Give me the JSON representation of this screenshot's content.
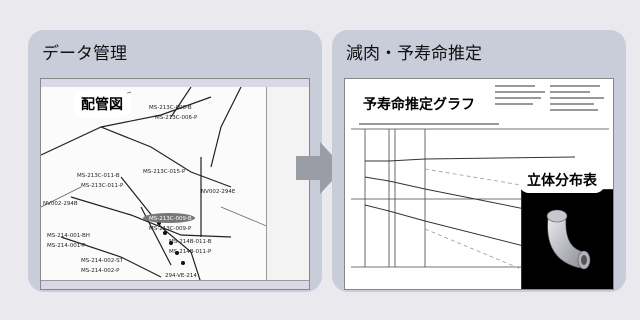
{
  "left_panel": {
    "title": "データ管理",
    "tag": "配管図",
    "pipe_labels": [
      "MS-213C-006-B",
      "MS-213C-006-P",
      "MS-213C-011-B",
      "MS-213C-011-P",
      "MS-213C-015-P",
      "NV002-294E",
      "NV002-294B",
      "MS-213C-009-B",
      "MS-213C-009-P",
      "MS-214B-011-B",
      "MS-214B-011-P",
      "MS-214-001-BH",
      "MS-214-001-P",
      "MS-214-002-ST",
      "MS-214-002-P",
      "294-VE-214"
    ]
  },
  "right_panel": {
    "title": "減肉・予寿命推定",
    "graph_tag": "予寿命推定グラフ",
    "distribution_tag": "立体分布表"
  },
  "colors": {
    "background": "#e9e9ee",
    "panel": "#c9ccd9",
    "arrow": "#9a9ca6"
  }
}
